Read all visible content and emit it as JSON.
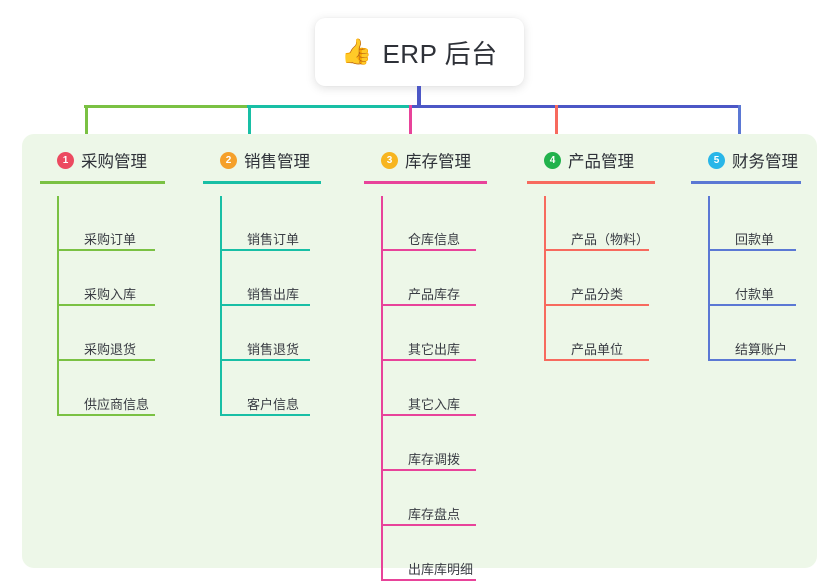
{
  "root": {
    "icon": "thumbs-up-emoji",
    "emoji": "👍",
    "title": "ERP 后台"
  },
  "colors": {
    "panel_background": "#edf7e8",
    "page_background": "#ffffff",
    "root_stem": "#4c57c6",
    "connector_segments": [
      "#7ac143",
      "#18bfa5",
      "#4c57c6",
      "#4c57c6"
    ],
    "text": "#2e3138"
  },
  "columns": [
    {
      "number": "1",
      "title": "采购管理",
      "badge_color": "#ec4a60",
      "line_color": "#7ac143",
      "drop_color": "#7ac143",
      "items": [
        "采购订单",
        "采购入库",
        "采购退货",
        "供应商信息"
      ]
    },
    {
      "number": "2",
      "title": "销售管理",
      "badge_color": "#f5a02a",
      "line_color": "#18bfa5",
      "drop_color": "#18bfa5",
      "items": [
        "销售订单",
        "销售出库",
        "销售退货",
        "客户信息"
      ]
    },
    {
      "number": "3",
      "title": "库存管理",
      "badge_color": "#f7b520",
      "line_color": "#e8439a",
      "drop_color": "#e8439a",
      "items": [
        "仓库信息",
        "产品库存",
        "其它出库",
        "其它入库",
        "库存调拨",
        "库存盘点",
        "出库库明细"
      ]
    },
    {
      "number": "4",
      "title": "产品管理",
      "badge_color": "#22b24c",
      "line_color": "#f76a5e",
      "drop_color": "#f76a5e",
      "items": [
        "产品（物料）",
        "产品分类",
        "产品单位"
      ]
    },
    {
      "number": "5",
      "title": "财务管理",
      "badge_color": "#29b6e8",
      "line_color": "#5b78d4",
      "drop_color": "#5b78d4",
      "items": [
        "回款单",
        "付款单",
        "结算账户"
      ]
    }
  ]
}
